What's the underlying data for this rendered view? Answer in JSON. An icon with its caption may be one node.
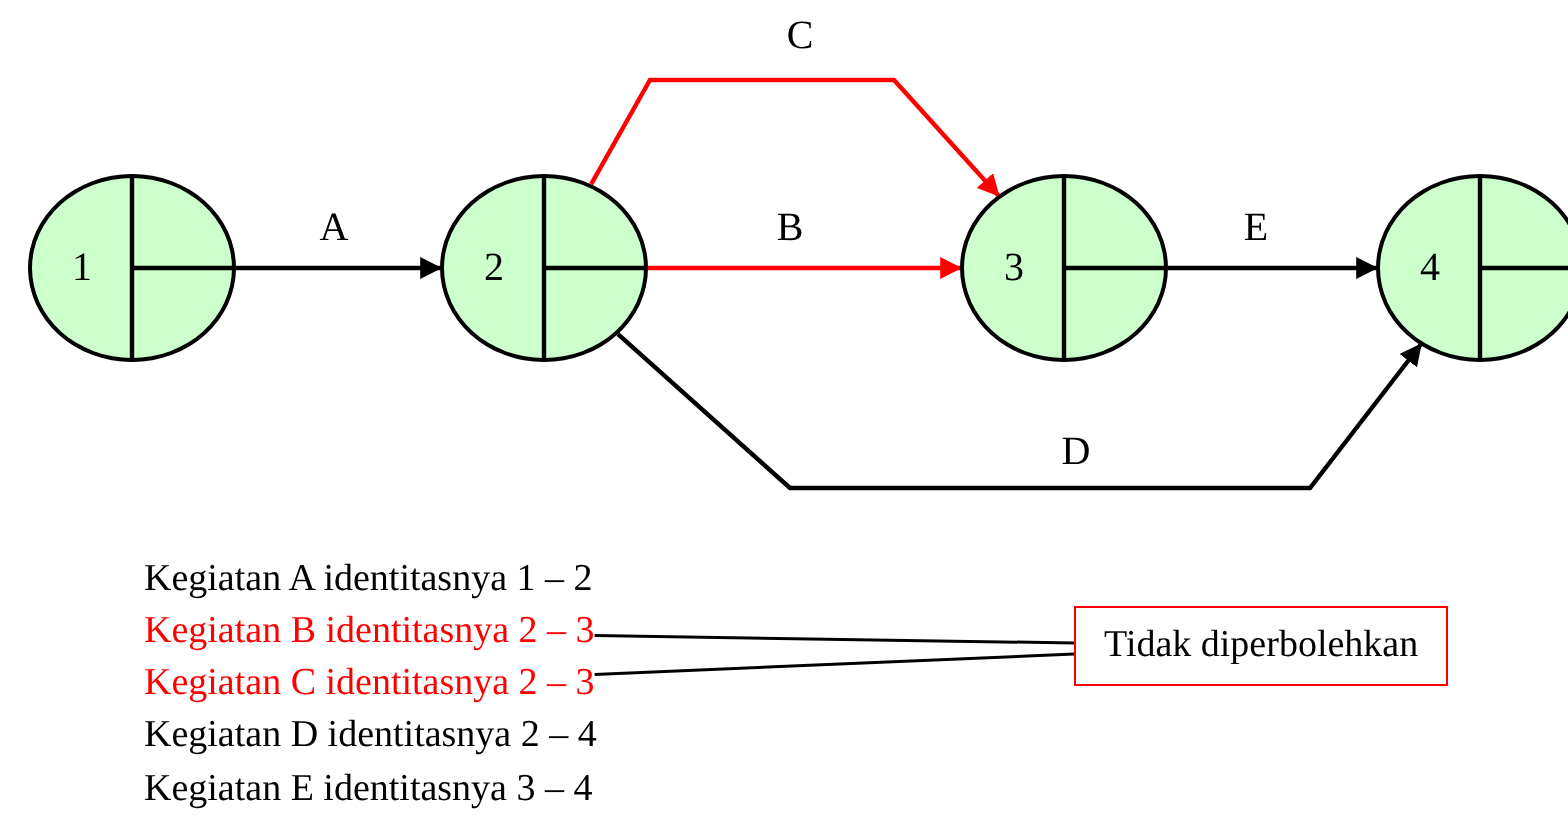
{
  "diagram": {
    "nodes": [
      {
        "text": [
          "1"
        ]
      },
      {
        "text": [
          "2"
        ]
      },
      {
        "text": [
          "3"
        ]
      },
      {
        "text": [
          "4"
        ]
      },
      {
        "text": [
          "Kegiatan A identitasnya 1 – 2"
        ]
      },
      {
        "text": [
          "Kegiatan B identitasnya 2 – 3"
        ]
      },
      {
        "text": [
          "Kegiatan C identitasnya 2 – 3"
        ]
      },
      {
        "text": [
          "Kegiatan D identitasnya 2 – 4"
        ]
      },
      {
        "text": [
          "Kegiatan E identitasnya 3 – 4"
        ]
      },
      {
        "text": [
          "Tidak diperbolehkan"
        ]
      }
    ],
    "edges": [
      {
        "from": 0,
        "to": 1,
        "arrow": "to",
        "label": "A"
      },
      {
        "from": 1,
        "to": 2,
        "arrow": "to",
        "label": "B",
        "color": "#ff0000"
      },
      {
        "from": 1,
        "to": 2,
        "arrow": "to",
        "label": "C",
        "color": "#ff0000"
      },
      {
        "from": 2,
        "to": 3,
        "arrow": "to",
        "label": "E"
      },
      {
        "from": 1,
        "to": 3,
        "arrow": "to",
        "label": "D"
      },
      {
        "from": 5,
        "to": 9,
        "arrow": "none"
      },
      {
        "from": 6,
        "to": 9,
        "arrow": "none"
      }
    ]
  }
}
